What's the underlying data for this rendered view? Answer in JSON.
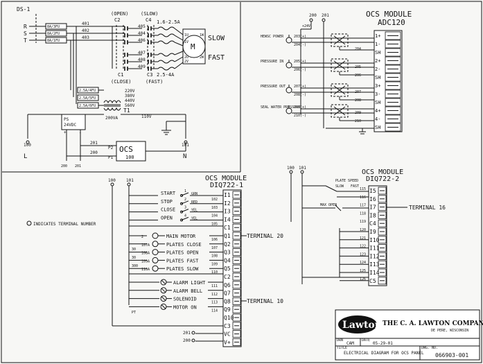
{
  "power": {
    "ds_label": "DS-1",
    "phases": [
      "R",
      "S",
      "T"
    ],
    "fuses": [
      "8A/3FU",
      "8A/2FU",
      "8A/1FU"
    ],
    "wires": [
      "401",
      "402",
      "403"
    ],
    "open_label": "(OPEN)",
    "slow_label": "(SLOW)",
    "close_label": "(CLOSE)",
    "fast_label": "(FAST)",
    "c2": "C2",
    "c4": "C4",
    "c1": "C1",
    "c3": "C3",
    "range_slow": "1.6-2.5A",
    "range_fast": "2.5-4A",
    "motor_terminals_slow": [
      "1U",
      "1V",
      "1W"
    ],
    "motor_terminals_fast": [
      "2U",
      "2V",
      "2W"
    ],
    "motor_label": "M",
    "motor_slow": "SLOW",
    "motor_fast": "FAST",
    "contact_wires_top": [
      "405",
      "404",
      "406"
    ],
    "contact_wires_bottom": [
      "407",
      "408",
      "409"
    ],
    "xfmr_fuses": [
      "2.5A/4FU",
      "2.5A/5FU",
      "2.5A/6FU"
    ],
    "xfmr_voltages": [
      "220V",
      "380V",
      "440V",
      "560V"
    ],
    "xfmr_name": "T1",
    "xfmr_va": "200VA",
    "xfmr_sec": "110V",
    "ps_label": "PS",
    "ps_v": "24VDC",
    "ps_plus": "+",
    "ps_minus": "-",
    "node_100": "100",
    "node_101": "101",
    "node_200": "200",
    "node_201": "201",
    "L": "L",
    "N": "N",
    "ocs_label": "OCS",
    "ocs_num": "100",
    "p2": "P2",
    "p1": "P1"
  },
  "adc": {
    "title": "OCS MODULE",
    "subtitle": "ADC120",
    "top_nodes": [
      "200",
      "201"
    ],
    "supply": "+24V",
    "sensors": [
      {
        "name": "HEWSC POWER",
        "pos": "203(+)",
        "neg": "204(-)"
      },
      {
        "name": "PRESSURE IN",
        "pos": "205(+)",
        "neg": "206(-)"
      },
      {
        "name": "PRESSURE OUT",
        "pos": "207(+)",
        "neg": "208(-)"
      },
      {
        "name": "SEAL WATER PRESSURE",
        "pos": "209(+)",
        "neg": "210(-)"
      }
    ],
    "wire_nums": [
      "204",
      "205",
      "206",
      "207",
      "208",
      "209",
      "210"
    ],
    "terminals": [
      "1+",
      "1-",
      "SH",
      "2+",
      "2-",
      "SH",
      "3+",
      "3-",
      "SH",
      "4+",
      "4-",
      "SH"
    ]
  },
  "diq1": {
    "title": "OCS MODULE",
    "subtitle": "DIQ722-1",
    "nodes": [
      "100",
      "101"
    ],
    "inputs": [
      {
        "label": "START",
        "sw": "1",
        "color": "GRN",
        "wire": "102"
      },
      {
        "label": "STOP",
        "sw": "2",
        "color": "RED",
        "wire": "103"
      },
      {
        "label": "CLOSE",
        "sw": "3",
        "color": "YEL",
        "wire": "104"
      },
      {
        "label": "OPEN",
        "sw": "4",
        "color": "YEL",
        "wire": "105"
      }
    ],
    "outputs": [
      {
        "label": "MAIN MOTOR",
        "wire": "106",
        "coil": "2"
      },
      {
        "label": "PLATES CLOSE",
        "wire": "107",
        "coil": "107A"
      },
      {
        "label": "PLATES OPEN",
        "wire": "108",
        "coil": "108A"
      },
      {
        "label": "PLATES FAST",
        "wire": "109",
        "coil": "109A"
      },
      {
        "label": "PLATES SLOW",
        "wire": "110",
        "coil": "110A"
      }
    ],
    "alarms": [
      {
        "label": "ALARM LIGHT",
        "wire": "111"
      },
      {
        "label": "ALARM BELL",
        "wire": "112"
      },
      {
        "label": "SOLENOID",
        "wire": "113"
      },
      {
        "label": "MOTOR ON",
        "wire": "114"
      }
    ],
    "extra_wires": [
      "30",
      "30",
      "300",
      "PT"
    ],
    "terminals": [
      "I1",
      "I2",
      "I3",
      "I4",
      "C1",
      "Q1",
      "Q2",
      "Q3",
      "Q4",
      "Q5",
      "C2",
      "Q6",
      "Q7",
      "Q8",
      "Q9",
      "Q10",
      "C3",
      "VC",
      "V+"
    ],
    "terminal20": "TERMINAL 20",
    "terminal10": "TERMINAL 10",
    "bottom_nodes": [
      "201",
      "200"
    ]
  },
  "diq2": {
    "title": "OCS MODULE",
    "subtitle": "DIQ722-2",
    "nodes": [
      "100",
      "101"
    ],
    "plate_speed": "PLATE SPEED",
    "slow": "SLOW",
    "fast": "FAST",
    "max_open": "MAX OPEN",
    "wires": [
      "115",
      "116",
      "117",
      "118",
      "119",
      "120",
      "121",
      "122",
      "123",
      "124",
      "125",
      "126"
    ],
    "terminals": [
      "I5",
      "I6",
      "I7",
      "I8",
      "C4",
      "I9",
      "I10",
      "I11",
      "I12",
      "I13",
      "I14",
      "C5"
    ],
    "terminal16": "TERMINAL 16"
  },
  "legend": {
    "text": "INDICATES TERMINAL NUMBER"
  },
  "titleblock": {
    "logo": "Lawton",
    "company": "THE C. A. LAWTON COMPANY",
    "city": "DE PERE, WISCONSIN",
    "drn_label": "DRN",
    "drn": "CAM",
    "date_label": "DATE",
    "date": "05-29-01",
    "title_label": "TITLE",
    "title": "ELECTRICAL DIAGRAM FOR OCS PANEL",
    "dwg_label": "DWG. NO.",
    "dwg": "066903-001"
  }
}
